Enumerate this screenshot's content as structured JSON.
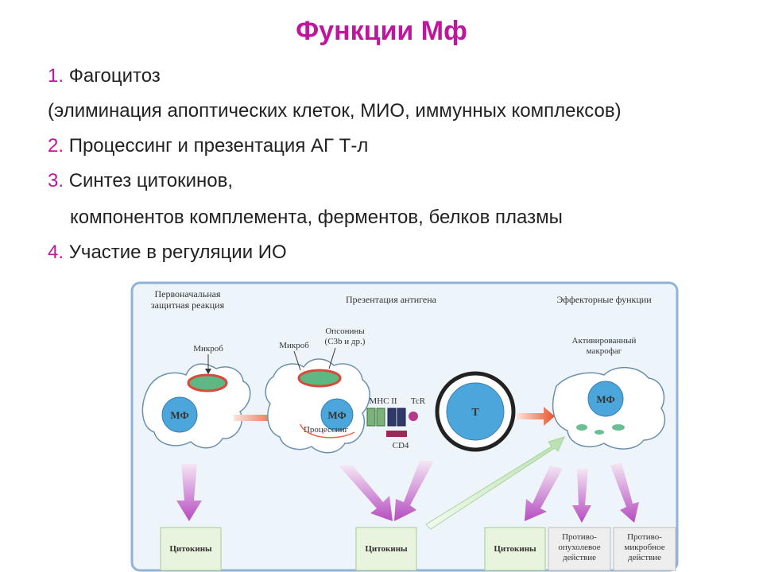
{
  "title": "Функции Мф",
  "items": [
    {
      "num": "1.",
      "text": "Фагоцитоз"
    },
    {
      "num": "",
      "text": "(элиминация апоптических клеток, МИО, иммунных комплексов)"
    },
    {
      "num": "2.",
      "text": "Процессинг и презентация АГ Т-л"
    },
    {
      "num": "3.",
      "text": "Синтез цитокинов,"
    },
    {
      "num": "",
      "text": "компонентов комплемента, ферментов, белков плазмы"
    },
    {
      "num": "4.",
      "text": "Участие в регуляции ИО"
    }
  ],
  "diagram": {
    "section_primary": [
      "Первоначальная",
      "защитная реакция"
    ],
    "section_presentation": "Презентация антигена",
    "section_effector": "Эффекторные функции",
    "microbe_1": "Микроб",
    "microbe_2": "Микроб",
    "opsonins": [
      "Опсонины",
      "(С3b и др.)"
    ],
    "mf_1": "МФ",
    "mf_2": "МФ",
    "mf_3": "МФ",
    "processing": "Процессинг",
    "mhc": "MHC II",
    "tcr": "TcR",
    "cd4": "CD4",
    "t_cell": "Т",
    "activated": [
      "Активированный",
      "макрофаг"
    ],
    "box_1": "Цитокины",
    "box_2": "Цитокины",
    "box_3": "Цитокины",
    "box_4": [
      "Противо-",
      "опухолевое",
      "действие"
    ],
    "box_5": [
      "Противо-",
      "микробное",
      "действие"
    ]
  }
}
